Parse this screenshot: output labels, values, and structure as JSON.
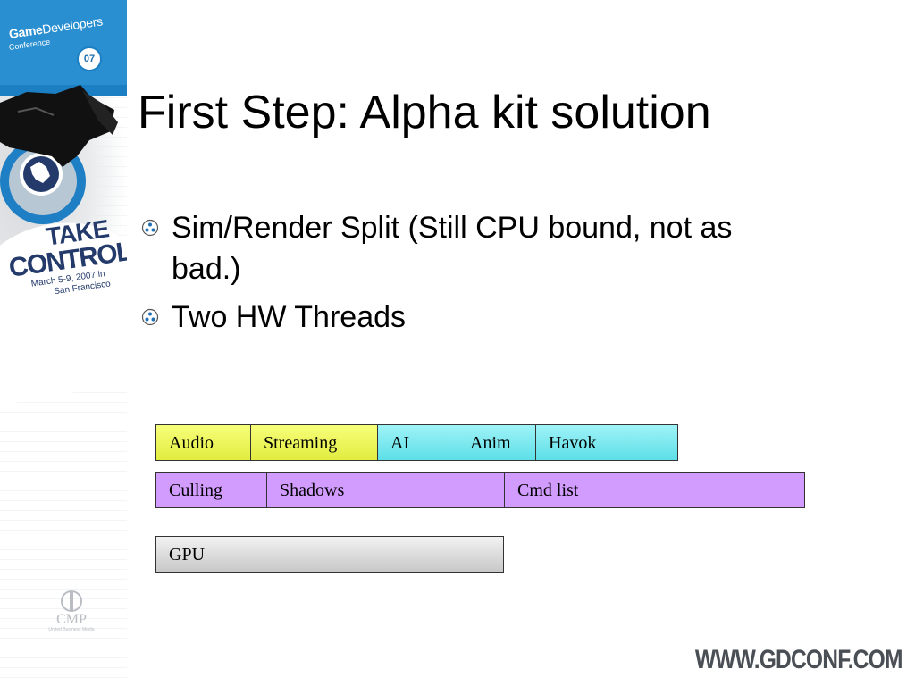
{
  "sidebar": {
    "logo": {
      "line1_bold": "Game",
      "line1_light": "Developers",
      "line2": "Conference",
      "badge": "07"
    },
    "take_control": {
      "line1": "TAKE",
      "line2": "CONTROL",
      "date": "March 5-9, 2007 in",
      "city": "San Francisco"
    },
    "cmp": {
      "name": "CMP",
      "sub": "United Business Media"
    }
  },
  "slide": {
    "title": "First Step: Alpha kit solution",
    "bullets": [
      "Sim/Render Split (Still CPU bound, not as bad.)",
      "Two HW Threads"
    ]
  },
  "diagram": {
    "row1": [
      {
        "label": "Audio",
        "fill": "yellow"
      },
      {
        "label": "Streaming",
        "fill": "yellow"
      },
      {
        "label": "AI",
        "fill": "cyan"
      },
      {
        "label": "Anim",
        "fill": "cyan"
      },
      {
        "label": "Havok",
        "fill": "cyan"
      }
    ],
    "row2": [
      {
        "label": "Culling"
      },
      {
        "label": "Shadows"
      },
      {
        "label": "Cmd list"
      }
    ],
    "row3": [
      {
        "label": "GPU"
      }
    ],
    "colors": {
      "yellow": "#eef55a",
      "cyan": "#7ee9ef",
      "purple": "#d29cff",
      "gray": "#dcdcdc"
    }
  },
  "footer": {
    "url": "WWW.GDCONF.COM"
  }
}
